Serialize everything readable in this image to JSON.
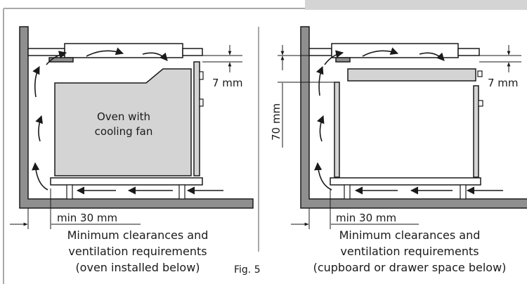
{
  "figure_label": "Fig. 5",
  "left_panel": {
    "appliance_label": [
      "Oven with",
      "cooling fan"
    ],
    "gap_top": "7 mm",
    "min_side": "min 30 mm",
    "caption": [
      "Minimum clearances and",
      "ventilation requirements",
      "(oven installed below)"
    ]
  },
  "right_panel": {
    "gap_top": "7 mm",
    "vertical_dim": "70 mm",
    "min_side": "min 30 mm",
    "caption": [
      "Minimum clearances and",
      "ventilation requirements",
      "(cupboard or drawer space below)"
    ]
  },
  "colors": {
    "line": "#1a1a1a",
    "wall": "#8f8f8f",
    "fill": "#d4d4d4",
    "frame": "#a9a9a9"
  }
}
